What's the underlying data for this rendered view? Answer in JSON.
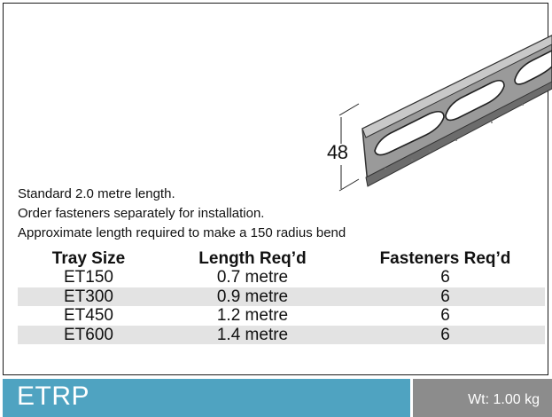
{
  "illustration": {
    "icon": "slotted-cable-tray-riser-icon",
    "dimension_label": "48"
  },
  "notes": [
    "Standard 2.0 metre length.",
    "Order fasteners separately for installation.",
    "Approximate length required to make a 150 radius bend"
  ],
  "table": {
    "headers": [
      "Tray Size",
      "Length Req’d",
      "Fasteners Req’d"
    ],
    "rows": [
      [
        "ET150",
        "0.7 metre",
        "6"
      ],
      [
        "ET300",
        "0.9 metre",
        "6"
      ],
      [
        "ET450",
        "1.2 metre",
        "6"
      ],
      [
        "ET600",
        "1.4 metre",
        "6"
      ]
    ]
  },
  "footer": {
    "product_code": "ETRP",
    "weight": "Wt: 1.00 kg"
  },
  "colors": {
    "banner": "#4fa3c1",
    "weight_box": "#8c8c8c",
    "row_stripe": "#e3e3e3"
  }
}
